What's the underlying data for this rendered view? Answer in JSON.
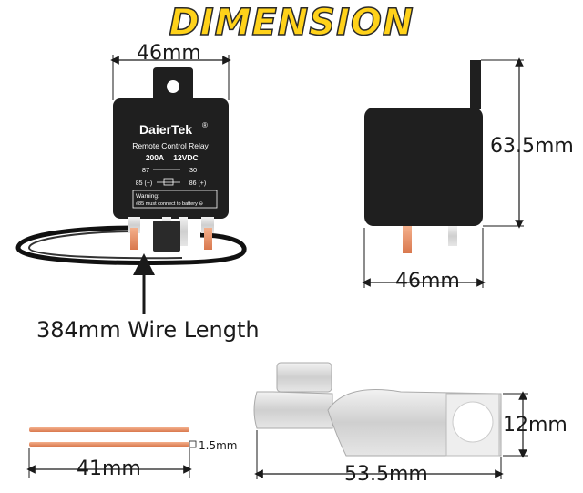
{
  "title": "DIMENSION",
  "relay": {
    "brand": "DaierTek",
    "brand_mark": "®",
    "model": "Remote Control Relay",
    "rating_a": "200A",
    "rating_v": "12VDC",
    "pin_87": "87",
    "pin_30": "30",
    "pin_85": "85 (−)",
    "pin_86": "86 (+)",
    "warning_title": "Warning:",
    "warning_text": "#85 must connect to battery ⊖"
  },
  "dimensions": {
    "front_width": "46mm",
    "side_height": "63.5mm",
    "side_width": "46mm",
    "wire_length": "384mm Wire Length",
    "strip_length": "41mm",
    "strip_thickness": "1.5mm",
    "terminal_length": "53.5mm",
    "terminal_height": "12mm"
  },
  "colors": {
    "title_fill": "#ffd21a",
    "relay_body": "#1f1f1f",
    "copper": "#e8936a"
  }
}
